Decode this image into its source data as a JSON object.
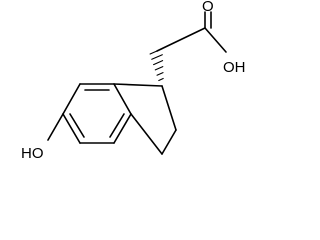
{
  "structure": {
    "atom_labels": {
      "carbonyl_oxygen": "O",
      "acid_hydroxyl": "OH",
      "phenol_hydroxyl": "HO"
    }
  }
}
